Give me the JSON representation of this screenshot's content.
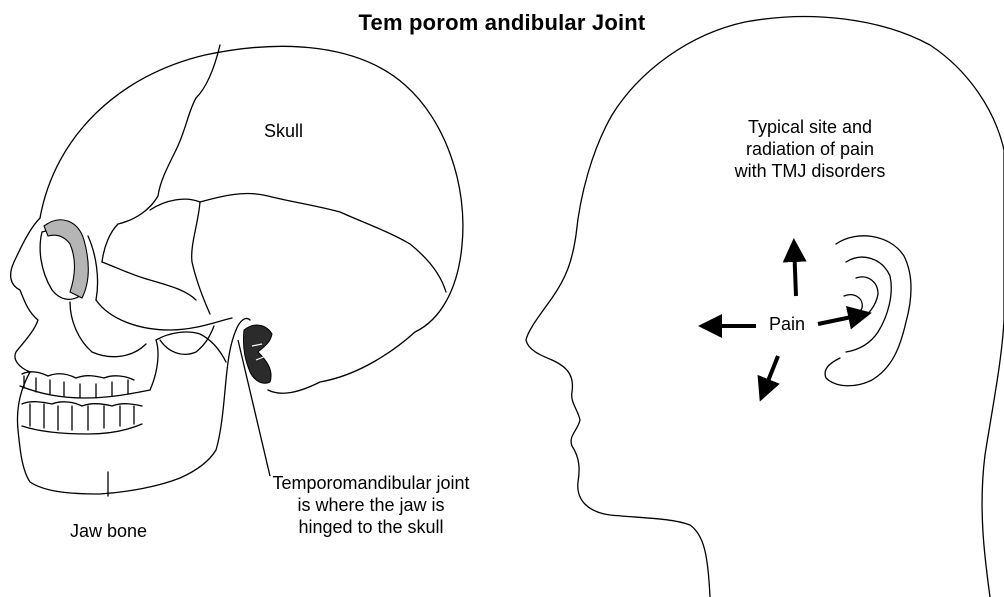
{
  "title": "Tem porom andibular Joint",
  "labels": {
    "skull": "Skull",
    "jaw_bone": "Jaw bone",
    "tmj": "Temporomandibular joint\nis where the jaw is\nhinged to the skull",
    "typical_site": "Typical site and\nradiation of pain\nwith TMJ disorders",
    "pain": "Pain"
  },
  "colors": {
    "line": "#000000",
    "bone_shade": "#b5b5b5",
    "joint_fill": "#2b2b2b"
  }
}
